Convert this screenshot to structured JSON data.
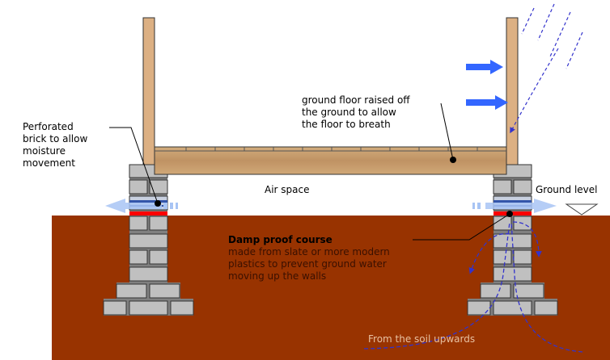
{
  "labels": {
    "perforated": [
      "Perforated",
      "brick to allow",
      "moisture",
      "movement"
    ],
    "floor": [
      "ground floor raised off",
      "the ground to allow",
      "the floor to breath"
    ],
    "air_space": "Air space",
    "ground_level": "Ground level",
    "dpc_title": "Damp proof course",
    "dpc_desc": [
      "made from slate or more modern",
      "plastics to prevent ground water",
      "moving up the walls"
    ],
    "soil": "From the soil upwards"
  },
  "colors": {
    "soil": "#983300",
    "brick": "#c0c0c0",
    "mortar": "#808080",
    "dpc": "#ff0000",
    "wood": "#c89c6c",
    "arrow": "#3366ff"
  }
}
